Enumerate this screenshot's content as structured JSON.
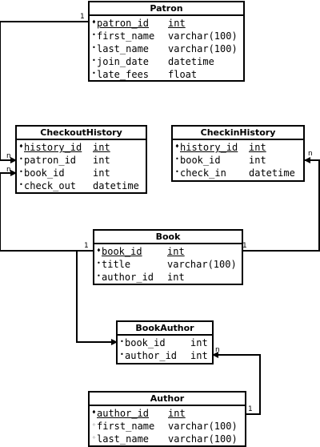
{
  "entities": {
    "patron": {
      "title": "Patron",
      "fields": [
        {
          "marker": "♦",
          "name": "patron_id",
          "type": "int",
          "pk": true
        },
        {
          "marker": "•",
          "name": "first_name",
          "type": "varchar(100)",
          "pk": false
        },
        {
          "marker": "•",
          "name": "last_name",
          "type": "varchar(100)",
          "pk": false
        },
        {
          "marker": "•",
          "name": "join_date",
          "type": "datetime",
          "pk": false
        },
        {
          "marker": "•",
          "name": "late_fees",
          "type": "float",
          "pk": false
        }
      ]
    },
    "checkout_history": {
      "title": "CheckoutHistory",
      "fields": [
        {
          "marker": "♦",
          "name": "history_id",
          "type": "int",
          "pk": true
        },
        {
          "marker": "•",
          "name": "patron_id",
          "type": "int",
          "pk": false
        },
        {
          "marker": "•",
          "name": "book_id",
          "type": "int",
          "pk": false
        },
        {
          "marker": "•",
          "name": "check_out",
          "type": "datetime",
          "pk": false
        }
      ]
    },
    "checkin_history": {
      "title": "CheckinHistory",
      "fields": [
        {
          "marker": "♦",
          "name": "history_id",
          "type": "int",
          "pk": true
        },
        {
          "marker": "•",
          "name": "book_id",
          "type": "int",
          "pk": false
        },
        {
          "marker": "•",
          "name": "check_in",
          "type": "datetime",
          "pk": false
        }
      ]
    },
    "book": {
      "title": "Book",
      "fields": [
        {
          "marker": "♦",
          "name": "book_id",
          "type": "int",
          "pk": true
        },
        {
          "marker": "•",
          "name": "title",
          "type": "varchar(100)",
          "pk": false
        },
        {
          "marker": "•",
          "name": "author_id",
          "type": "int",
          "pk": false
        }
      ]
    },
    "book_author": {
      "title": "BookAuthor",
      "fields": [
        {
          "marker": "•",
          "name": "book_id",
          "type": "int",
          "pk": false
        },
        {
          "marker": "•",
          "name": "author_id",
          "type": "int",
          "pk": false
        }
      ]
    },
    "author": {
      "title": "Author",
      "fields": [
        {
          "marker": "♦",
          "name": "author_id",
          "type": "int",
          "pk": true
        },
        {
          "marker": "◦",
          "name": "first_name",
          "type": "varchar(100)",
          "pk": false
        },
        {
          "marker": "◦",
          "name": "last_name",
          "type": "varchar(100)",
          "pk": false
        }
      ]
    }
  },
  "relationships": [
    {
      "from": "Patron",
      "to": "CheckoutHistory",
      "from_card": "1",
      "to_card": "n"
    },
    {
      "from": "Book",
      "to": "CheckoutHistory",
      "from_card": "1",
      "to_card": "n"
    },
    {
      "from": "Book",
      "to": "CheckinHistory",
      "from_card": "1",
      "to_card": "n"
    },
    {
      "from": "Book",
      "to": "BookAuthor",
      "from_card": "",
      "to_card": ""
    },
    {
      "from": "Author",
      "to": "BookAuthor",
      "from_card": "1",
      "to_card": "n"
    }
  ]
}
